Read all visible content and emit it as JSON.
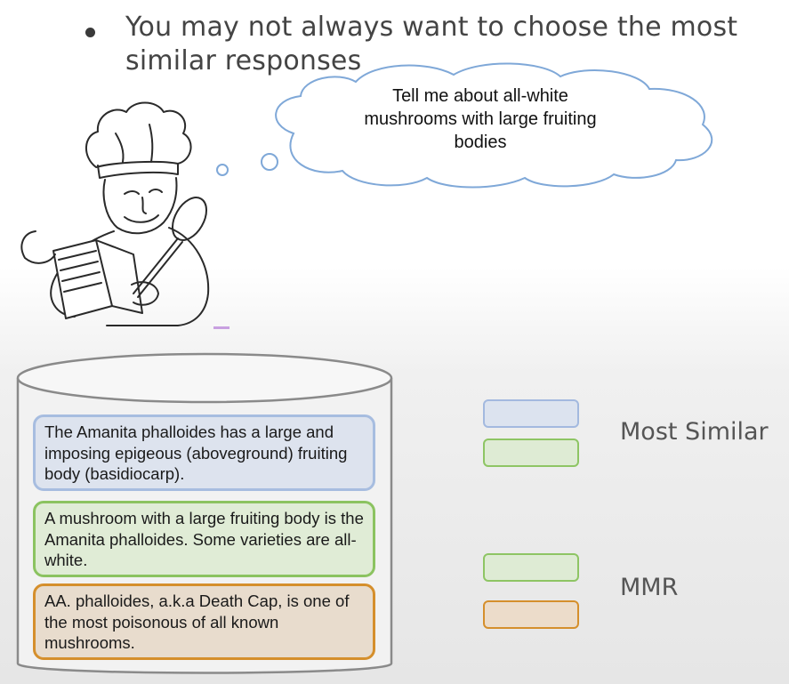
{
  "bullet": {
    "text": "You may not always want to choose the most similar  responses"
  },
  "thought": {
    "text": "Tell me about all-white mushrooms with large fruiting bodies"
  },
  "documents": [
    {
      "text": "The Amanita phalloides has a large and imposing epigeous (aboveground) fruiting body (basidiocarp)."
    },
    {
      "text": "A mushroom with a large fruiting body is the Amanita phalloides. Some varieties are all-white."
    },
    {
      "text": "AA. phalloides, a.k.a Death Cap, is one of the most poisonous of all known mushrooms."
    }
  ],
  "legend": {
    "most_similar": "Most Similar",
    "mmr": "MMR"
  },
  "colors": {
    "blue_fill": "#dde3ee",
    "blue_border": "#a7bde0",
    "green_fill": "#e0ecd6",
    "green_border": "#8bc360",
    "orange_fill": "#e8dccd",
    "orange_border": "#d58f2c",
    "cloud_stroke": "#7fa8d8"
  },
  "icons": [
    "chef-reading-illustration",
    "thought-cloud",
    "vector-store-cylinder"
  ]
}
